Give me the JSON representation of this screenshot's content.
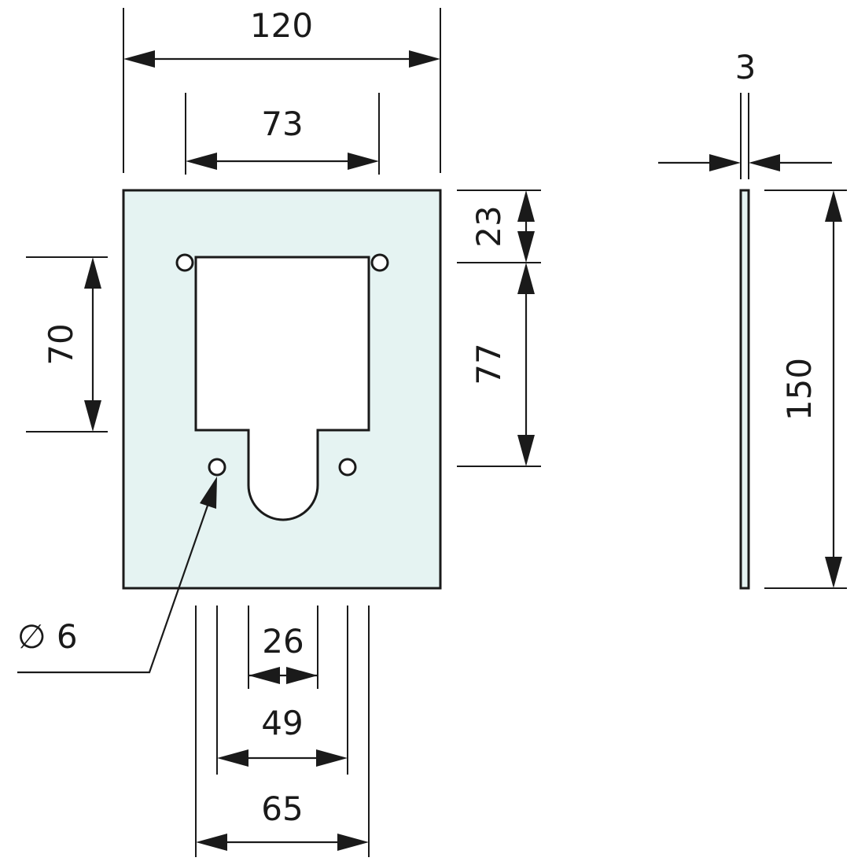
{
  "colors": {
    "plate_fill": "#e5f3f2",
    "hole_fill": "#ffffff",
    "stroke": "#1a1a1a"
  },
  "dimensions": {
    "width_overall": "120",
    "width_cutout": "73",
    "thickness": "3",
    "top_offset": "23",
    "cutout_height": "77",
    "hole_spacing_vertical": "70",
    "height_overall": "150",
    "slot_width": "26",
    "lower_hole_spacing": "49",
    "upper_hole_spacing": "65",
    "hole_diameter": "∅ 6"
  }
}
